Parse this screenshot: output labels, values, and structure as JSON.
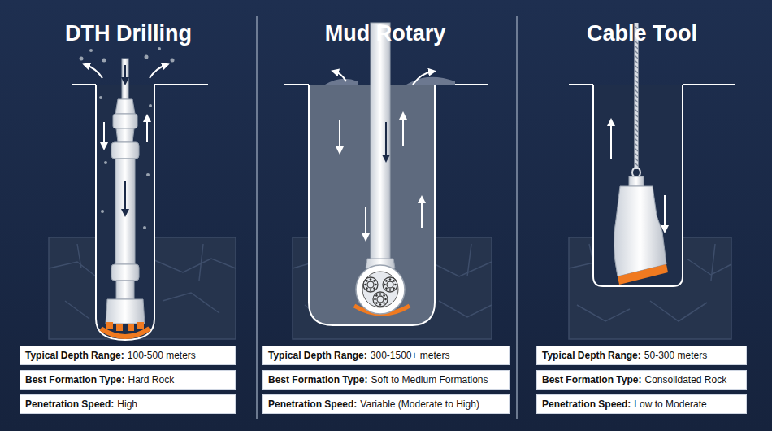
{
  "diagram": {
    "nodes": [
      {
        "text": [
          "Typical Depth Range:",
          "100-500 meters"
        ]
      },
      {
        "text": [
          "Best Formation Type:",
          "Hard Rock"
        ]
      },
      {
        "text": [
          "Penetration Speed:",
          "High"
        ]
      },
      {
        "text": [
          "Typical Depth Range:",
          "300-1500+ meters"
        ]
      },
      {
        "text": [
          "Best Formation Type:",
          "Soft to Medium Formations"
        ]
      },
      {
        "text": [
          "Penetration Speed:",
          "Variable (Moderate to High)"
        ]
      },
      {
        "text": [
          "Typical Depth Range:",
          "50-300 meters"
        ]
      },
      {
        "text": [
          "Best Formation Type:",
          "Consolidated Rock"
        ]
      },
      {
        "text": [
          "Penetration Speed:",
          "Low to Moderate"
        ]
      }
    ],
    "labels": [
      "DTH Drilling",
      "Mud Rotary",
      "Cable Tool"
    ]
  }
}
